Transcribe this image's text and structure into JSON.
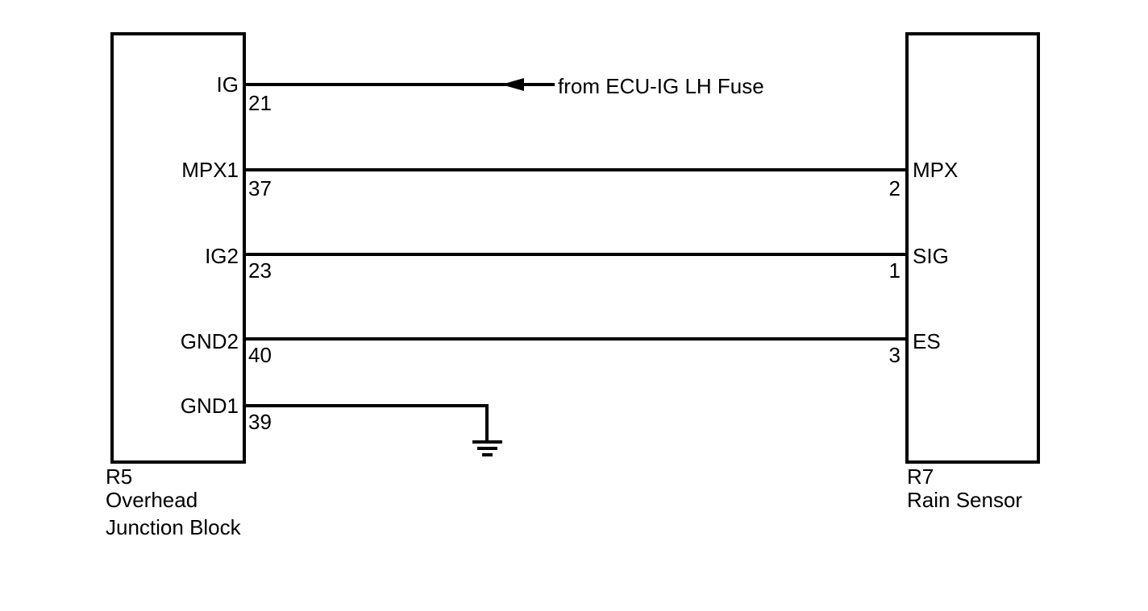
{
  "left_component": {
    "code": "R5",
    "name_line1": "Overhead",
    "name_line2": "Junction Block"
  },
  "right_component": {
    "code": "R7",
    "name": "Rain Sensor"
  },
  "wires": [
    {
      "left_signal": "IG",
      "left_pin": "21",
      "note": "from ECU-IG LH Fuse"
    },
    {
      "left_signal": "MPX1",
      "left_pin": "37",
      "right_signal": "MPX",
      "right_pin": "2"
    },
    {
      "left_signal": "IG2",
      "left_pin": "23",
      "right_signal": "SIG",
      "right_pin": "1"
    },
    {
      "left_signal": "GND2",
      "left_pin": "40",
      "right_signal": "ES",
      "right_pin": "3"
    },
    {
      "left_signal": "GND1",
      "left_pin": "39",
      "termination": "ground"
    }
  ],
  "colors": {
    "line": "#000000",
    "background": "#ffffff"
  }
}
